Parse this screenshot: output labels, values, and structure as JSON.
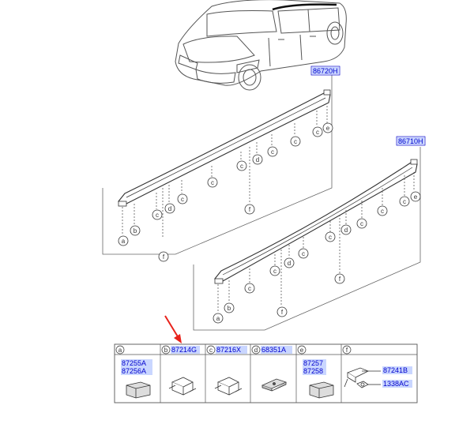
{
  "parts": {
    "rail_upper": "86720H",
    "rail_lower": "86710H"
  },
  "callout_letters": [
    "a",
    "b",
    "c",
    "d",
    "e",
    "f"
  ],
  "legend": {
    "headers": [
      "a",
      "b",
      "c",
      "d",
      "e",
      "f"
    ],
    "cells": [
      {
        "letter": "a",
        "codes": [
          "87255A",
          "87256A"
        ]
      },
      {
        "letter": "b",
        "codes": [
          "87214G"
        ]
      },
      {
        "letter": "c",
        "codes": [
          "87216X"
        ]
      },
      {
        "letter": "d",
        "codes": [
          "68351A"
        ]
      },
      {
        "letter": "e",
        "codes": [
          "87257",
          "87258"
        ]
      },
      {
        "letter": "f",
        "codes": [
          "87241B",
          "1338AC"
        ]
      }
    ]
  },
  "colors": {
    "line": "#444444",
    "label_text": "#0000cc",
    "highlight": "#c9d6ff",
    "arrow": "#e8221b"
  }
}
